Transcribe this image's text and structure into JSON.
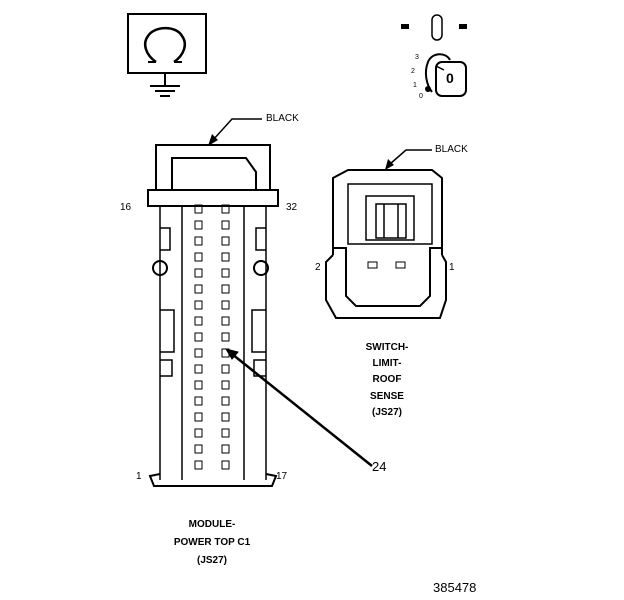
{
  "module_connector": {
    "color_label": "BLACK",
    "pin_first_top": "16",
    "pin_last_top": "32",
    "pin_first_bottom": "1",
    "pin_last_bottom": "17",
    "name_lines": [
      "MODULE-",
      "POWER TOP C1",
      "(JS27)"
    ]
  },
  "switch_connector": {
    "color_label": "BLACK",
    "pin_left": "2",
    "pin_right": "1",
    "name_lines": [
      "SWITCH-",
      "LIMIT-",
      "ROOF",
      "SENSE",
      "(JS27)"
    ]
  },
  "callout": {
    "pin_number": "24"
  },
  "ignition_key": {
    "positions": [
      "3",
      "2",
      "1",
      "0"
    ],
    "key_symbol": "0"
  },
  "figure_number": "385478",
  "icons": [
    "ground-symbol-icon",
    "ignition-key-icon"
  ]
}
